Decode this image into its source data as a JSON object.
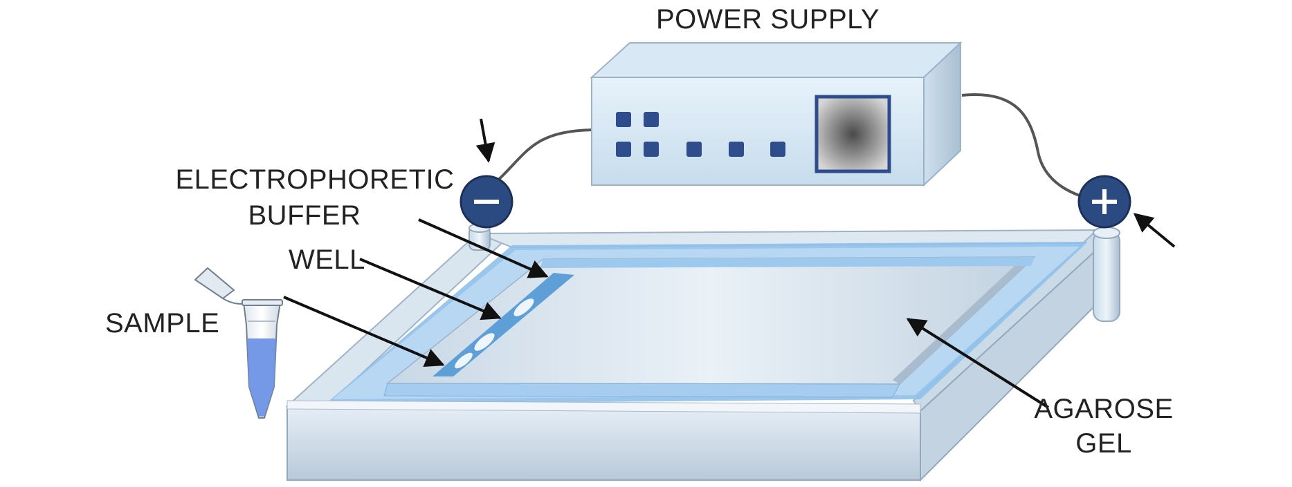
{
  "labels": {
    "power_supply": "POWER SUPPLY",
    "buffer_line1": "ELECTROPHORETIC",
    "buffer_line2": "BUFFER",
    "well": "WELL",
    "sample": "SAMPLE",
    "gel_line1": "AGAROSE",
    "gel_line2": "GEL"
  },
  "electrodes": {
    "negative_symbol": "−",
    "positive_symbol": "+"
  },
  "icons": {
    "negative": "minus-icon",
    "positive": "plus-icon"
  },
  "colors": {
    "electrode": "#2c4a82",
    "button": "#2f4c8c",
    "buffer_blue": "#6aa8dd",
    "sample_liquid": "#6f93e6",
    "label_text": "#222222",
    "arrow": "#111111"
  }
}
